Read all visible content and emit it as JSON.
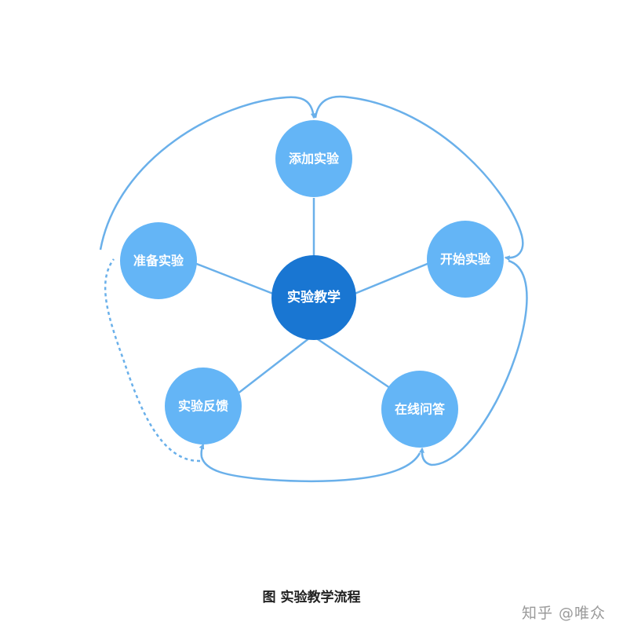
{
  "diagram": {
    "center": {
      "label": "实验教学"
    },
    "nodes": [
      {
        "label": "添加实验"
      },
      {
        "label": "开始实验"
      },
      {
        "label": "在线问答"
      },
      {
        "label": "实验反馈"
      },
      {
        "label": "准备实验"
      }
    ]
  },
  "colors": {
    "center_fill": "#1976d2",
    "node_fill": "#64b5f6",
    "line": "#6ab0ea"
  },
  "caption": "图 实验教学流程",
  "watermark": "知乎 @唯众"
}
